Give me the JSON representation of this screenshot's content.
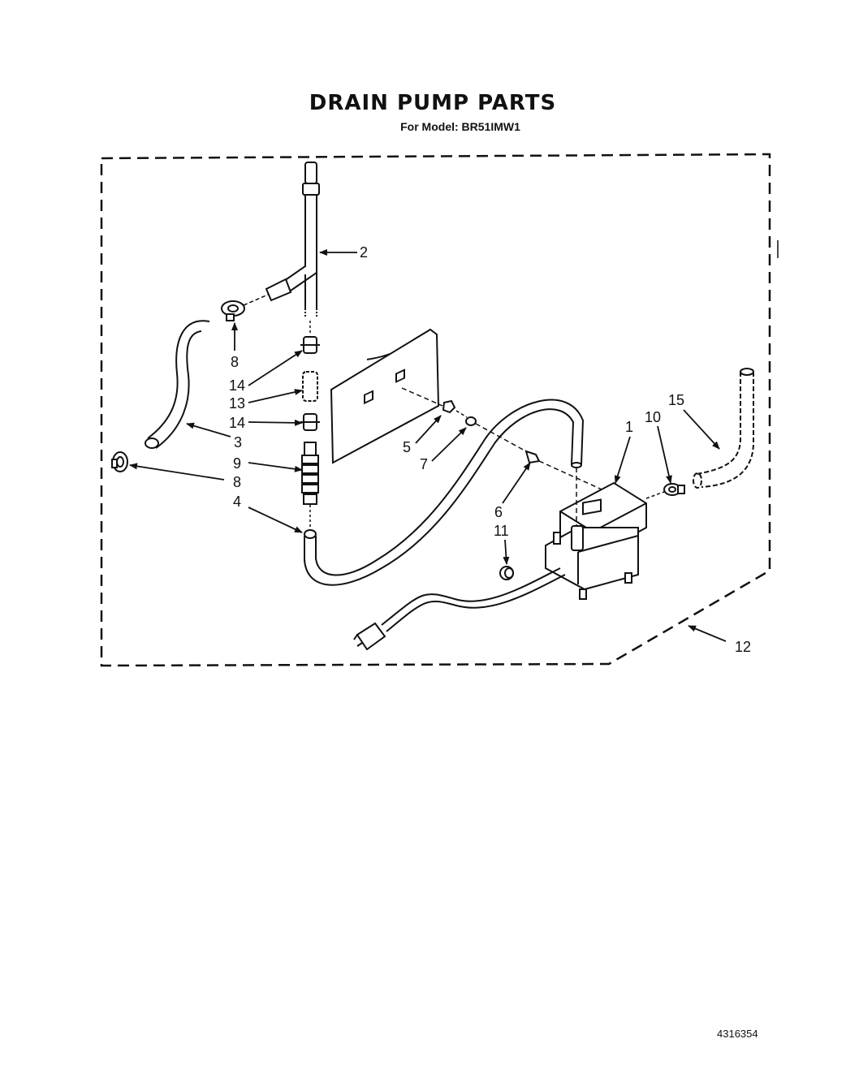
{
  "title": "DRAIN PUMP PARTS",
  "subtitle": "For Model: BR51IMW1",
  "document_number": "4316354",
  "callouts": [
    "1",
    "2",
    "3",
    "4",
    "5",
    "6",
    "7",
    "8",
    "8",
    "9",
    "10",
    "11",
    "12",
    "13",
    "14",
    "14",
    "15"
  ]
}
